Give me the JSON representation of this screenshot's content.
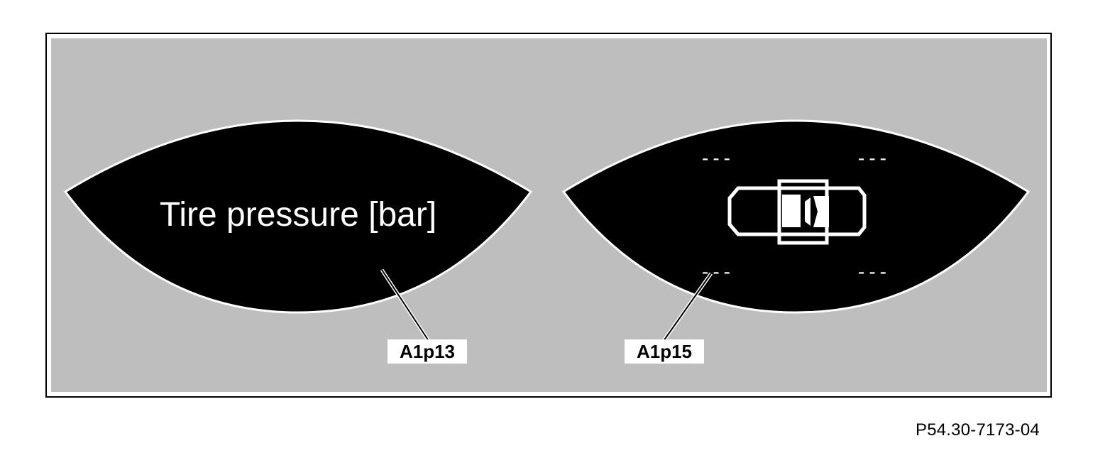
{
  "display_left": {
    "text": "Tire pressure [bar]",
    "callout": "A1p13"
  },
  "display_right": {
    "callout": "A1p15",
    "tire_values": [
      "---",
      "---",
      "---",
      "---"
    ]
  },
  "figure_ref": "P54.30-7173-04",
  "colors": {
    "background": "#bebebe",
    "display": "#000000",
    "display_text": "#ffffff",
    "outline": "#000000"
  }
}
